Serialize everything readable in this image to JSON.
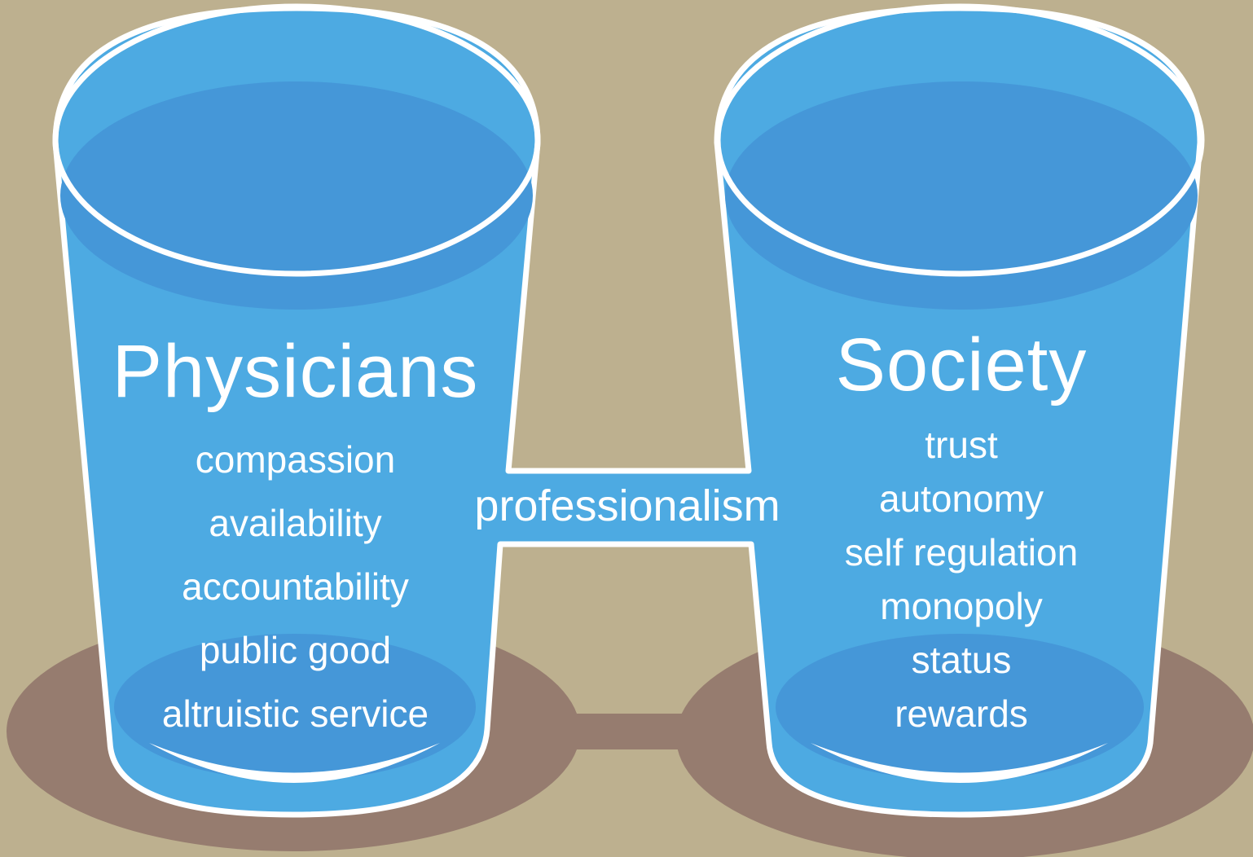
{
  "diagram": {
    "colors": {
      "background": "#bdb08f",
      "shadow": "#967c6f",
      "glass_fill": "#4daae2",
      "water_dark": "#4597d8",
      "outline": "#ffffff",
      "text": "#ffffff"
    },
    "left_glass": {
      "title": "Physicians",
      "items": [
        "compassion",
        "availability",
        "accountability",
        "public good",
        "altruistic service"
      ]
    },
    "right_glass": {
      "title": "Society",
      "items": [
        "trust",
        "autonomy",
        "self regulation",
        "monopoly",
        "status",
        "rewards"
      ]
    },
    "connector": {
      "label": "professionalism"
    }
  }
}
